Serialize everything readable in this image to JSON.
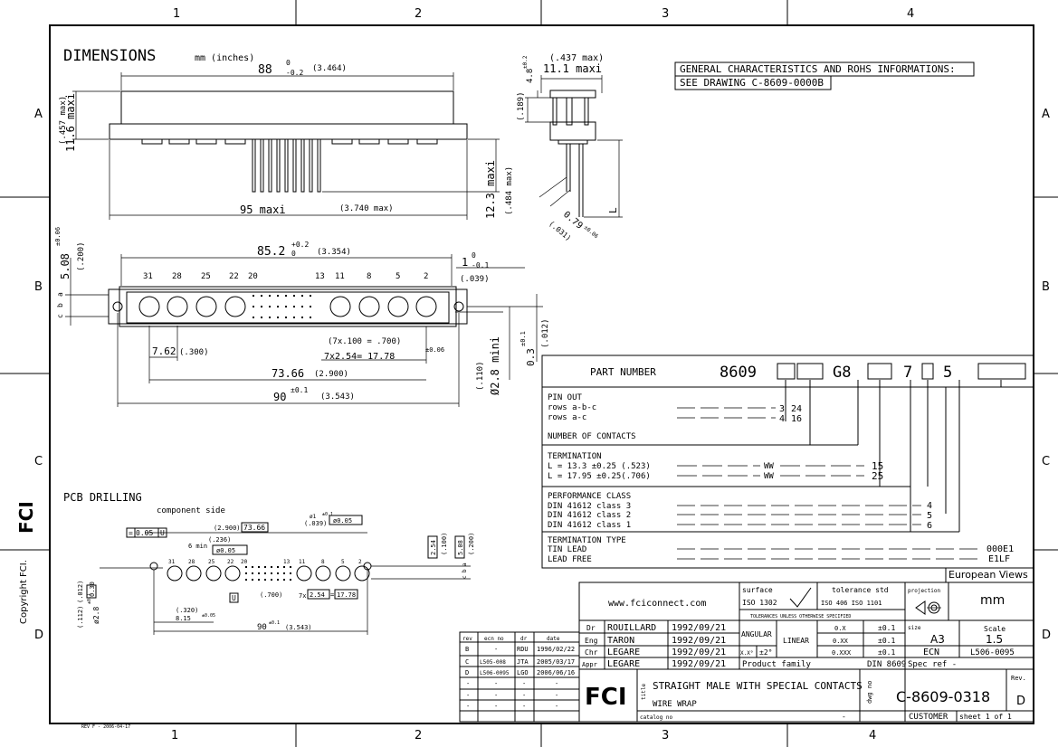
{
  "frame": {
    "columns": [
      "1",
      "2",
      "3",
      "4"
    ],
    "rows": [
      "A",
      "B",
      "C",
      "D"
    ],
    "copyright": "Copyright FCI.",
    "rev_note": "REV F - 2006-04-17"
  },
  "dimensions": {
    "title": "DIMENSIONS",
    "units": "mm (inches)",
    "top_width": "88",
    "top_width_tol_up": "0",
    "top_width_tol_down": "-0.2",
    "top_width_in": "(3.464)",
    "height_max": "11.6 maxi",
    "height_max_in": "(.457 max)",
    "overall_width": "95 maxi",
    "overall_width_in": "(3.740 max)",
    "pin_length": "12.3 maxi",
    "pin_length_in": "(.484 max)",
    "side_width": "11.1 maxi",
    "side_width_in": "(.437 max)",
    "side_top": "4.8",
    "side_top_tol": "±0.2",
    "side_depth_in": "(.189)",
    "pin_diag": "0.79",
    "pin_diag_tol": "±0.06",
    "pin_diag_in": "(.031)",
    "l_label": "L",
    "front_width": "85.2",
    "front_width_tol_up": "+0.2",
    "front_width_tol_down": "0",
    "front_width_in": "(3.354)",
    "front_height": "5.08",
    "front_height_tol": "±0.06",
    "front_height_in": "(.200)",
    "tab": "1",
    "tab_tol_up": "0",
    "tab_tol_down": "-0.1",
    "tab_in": "(.039)",
    "pin_numbers": [
      "31",
      "28",
      "25",
      "22",
      "20",
      "13",
      "11",
      "8",
      "5",
      "2"
    ],
    "row_labels": [
      "a",
      "b",
      "c"
    ],
    "pitch_big": "7.62",
    "pitch_big_in": "(.300)",
    "pitch_note": "(7x.100 = .700)",
    "pitch_small": "7x2.54= 17.78",
    "pitch_small_tol": "±0.06",
    "span": "73.66",
    "span_in": "(2.900)",
    "base_width": "90",
    "base_width_tol": "±0.1",
    "base_width_in": "(3.543)",
    "hole_dia": "Ø2.8 mini",
    "hole_dia_in": "(.110)",
    "wall": "0.3",
    "wall_tol": "±0.1",
    "wall_in": "(.012)"
  },
  "general": {
    "line1": "GENERAL CHARACTERISTICS AND ROHS INFORMATIONS:",
    "line2": "SEE DRAWING C-8609-0000B"
  },
  "pcb": {
    "title": "PCB DRILLING",
    "side": "component side",
    "flat": "0.05",
    "flat_ref": "U",
    "span_in": "(2.900)",
    "span": "73.66",
    "hole1": "ø1",
    "hole1_tol": "±0.1",
    "hole1_in": "(.039)",
    "hole1_pos": "ø0.05",
    "off_in": "(.236)",
    "off": "6 min",
    "off_pos": "ø0.05",
    "nums": [
      "31",
      "28",
      "25",
      "22",
      "20",
      "13",
      "11",
      "8",
      "5",
      "2"
    ],
    "gap_in": "(.700)",
    "grid": "7x",
    "grid_a": "2.54",
    "grid_b": "17.78",
    "left_in": "(.320)",
    "left": "8.15",
    "left_tol": "±0.05",
    "total": "90",
    "total_tol": "±0.1",
    "total_in": "(3.543)",
    "row_h1": "2.54",
    "row_h1_in": "(.100)",
    "row_h2": "5.08",
    "row_h2_in": "(.200)",
    "h_box": "0.30",
    "h_in": "(.012)",
    "dia": "ø2.8",
    "dia_tol": "±0.1",
    "dia_in": "(.112)",
    "row_labels": [
      "a",
      "b",
      "c"
    ]
  },
  "part_number": {
    "label": "PART NUMBER",
    "base": "8609",
    "g8": "G8",
    "seven": "7",
    "five": "5",
    "pin_out": "PIN OUT",
    "rows_abc": "rows a-b-c",
    "rows_ac": "rows a-c",
    "code_3": "3",
    "val_24": "24",
    "code_4": "4",
    "val_16": "16",
    "contacts": "NUMBER OF CONTACTS",
    "termination": "TERMINATION",
    "term1": "L = 13.3 ±0.25 (.523)",
    "term2": "L = 17.95 ±0.25(.706)",
    "ww": "WW",
    "code_15": "15",
    "code_25": "25",
    "perf": "PERFORMANCE CLASS",
    "perf1": "DIN 41612 class 3",
    "perf2": "DIN 41612 class 2",
    "perf3": "DIN 41612 class 1",
    "code_p4": "4",
    "code_p5": "5",
    "code_p6": "6",
    "term_type": "TERMINATION TYPE",
    "tin": "TIN LEAD",
    "lead_free": "LEAD FREE",
    "code_000e1": "000E1",
    "code_e1lf": "E1LF",
    "views": "European Views"
  },
  "title_block": {
    "website": "www.fciconnect.com",
    "surface": "surface",
    "iso1302": "ISO 1302",
    "tol_std": "tolerance std",
    "iso_tol": "ISO 406  ISO 1101",
    "tol_note": "TOLERANCES UNLESS OTHERWISE SPECIFIED",
    "projection": "projection",
    "unit": "mm",
    "people": [
      {
        "role": "Dr",
        "name": "ROUILLARD",
        "date": "1992/09/21"
      },
      {
        "role": "Eng",
        "name": "TARON",
        "date": "1992/09/21"
      },
      {
        "role": "Chr",
        "name": "LEGARE",
        "date": "1992/09/21"
      },
      {
        "role": "Appr",
        "name": "LEGARE",
        "date": "1992/09/21"
      }
    ],
    "angular": "ANGULAR",
    "ang_x": "X.X°",
    "ang_tol": "±2°",
    "linear": "LINEAR",
    "lin_rows": [
      [
        "0.X",
        "±0.1"
      ],
      [
        "0.XX",
        "±0.1"
      ],
      [
        "0.XXX",
        "±0.1"
      ]
    ],
    "size_label": "size",
    "size": "A3",
    "scale_label": "Scale",
    "scale": "1.5",
    "ecn_label": "ECN",
    "ecn": "L506-0095",
    "product_family": "Product family",
    "din": "DIN 8609",
    "spec_ref": "Spec ref  -",
    "title_label": "title",
    "title1": "STRAIGHT MALE WITH SPECIAL CONTACTS",
    "title2": "WIRE WRAP",
    "dwg_label": "dwg no",
    "dwg": "C-8609-0318",
    "rev_label": "Rev.",
    "rev": "D",
    "catalog": "catalog no",
    "catalog_val": "-",
    "customer": "CUSTOMER",
    "sheet": "sheet  1  of  1",
    "logo": "FCI"
  },
  "revisions": {
    "headers": [
      "rev",
      "ecn no",
      "dr",
      "date"
    ],
    "rows": [
      [
        "B",
        "-",
        "RDU",
        "1996/02/22"
      ],
      [
        "C",
        "L505-008",
        "JTA",
        "2005/03/17"
      ],
      [
        "D",
        "L506-0095",
        "LGO",
        "2006/06/16"
      ],
      [
        "-",
        "-",
        "-",
        "-"
      ],
      [
        "-",
        "-",
        "-",
        "-"
      ],
      [
        "-",
        "-",
        "-",
        "-"
      ]
    ]
  }
}
